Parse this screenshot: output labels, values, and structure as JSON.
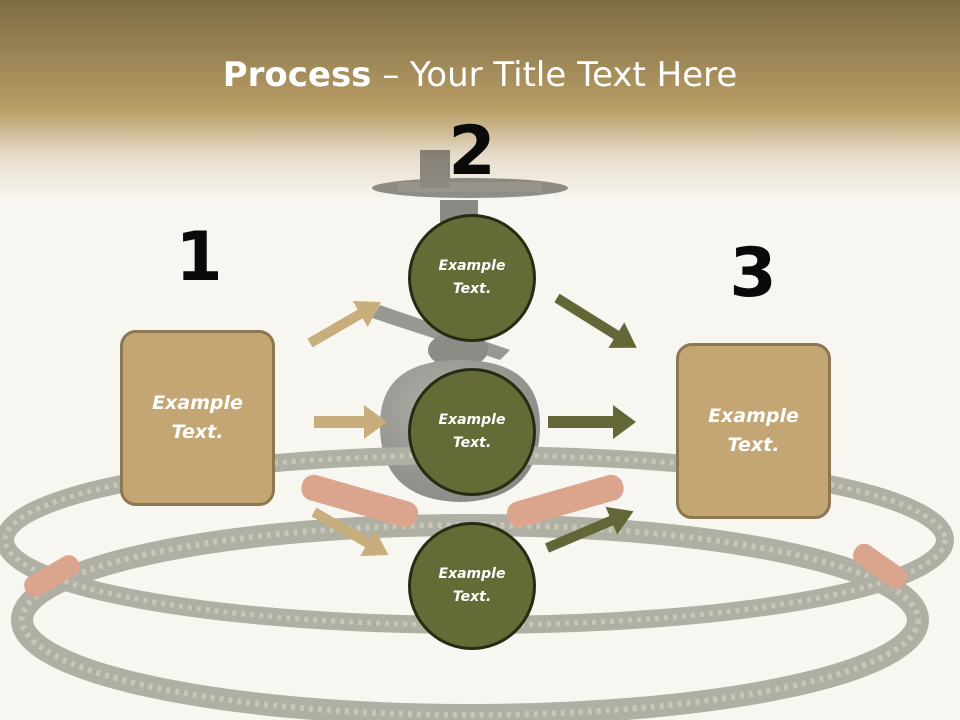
{
  "title": {
    "bold": "Process",
    "rest": " – Your Title Text Here"
  },
  "steps": {
    "one": {
      "number": "1",
      "text": "Example Text."
    },
    "two": {
      "number": "2"
    },
    "three": {
      "number": "3",
      "text": "Example Text."
    }
  },
  "circles": [
    {
      "text": "Example Text."
    },
    {
      "text": "Example Text."
    },
    {
      "text": "Example Text."
    }
  ],
  "colors": {
    "header_band": "#a88e55",
    "box_fill": "#c4a674",
    "box_border": "#8b7850",
    "circle_fill": "#646b36",
    "circle_border": "#262c14",
    "arrow_tan": "#c8ad7d",
    "arrow_olive": "#636636"
  }
}
